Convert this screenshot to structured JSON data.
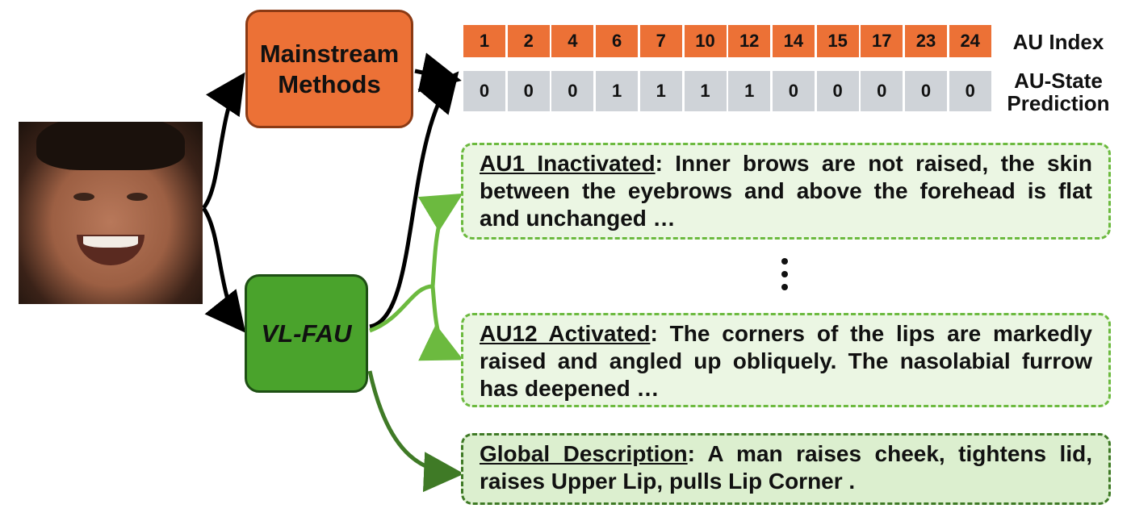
{
  "input_face": {
    "icon": "face-photo-icon"
  },
  "nodes": {
    "mainstream": {
      "line1": "Mainstream",
      "line2": "Methods",
      "color": "#ec7136"
    },
    "vlfau": {
      "label": "VL-FAU",
      "color": "#4aa32c"
    }
  },
  "au_table": {
    "index_label": "AU Index",
    "state_label_line1": "AU-State",
    "state_label_line2": "Prediction",
    "indices": [
      "1",
      "2",
      "4",
      "6",
      "7",
      "10",
      "12",
      "14",
      "15",
      "17",
      "23",
      "24"
    ],
    "states": [
      "0",
      "0",
      "0",
      "1",
      "1",
      "1",
      "1",
      "0",
      "0",
      "0",
      "0",
      "0"
    ],
    "index_color": "#ec7136",
    "state_color": "#cfd3d8"
  },
  "descriptions": {
    "au1": {
      "title": "AU1 Inactivated",
      "text": ": Inner brows are not raised, the skin between the eyebrows and above the forehead is flat and unchanged …"
    },
    "au12": {
      "title": "AU12 Activated",
      "text": ": The corners of the lips are markedly raised and angled up obliquely. The nasolabial furrow has deepened …"
    },
    "global": {
      "title": "Global Description",
      "text": ": A man raises cheek, tightens lid, raises Upper Lip, pulls Lip Corner ."
    }
  },
  "colors": {
    "arrow_black": "#000000",
    "arrow_light_green": "#6cba3f",
    "arrow_dark_green": "#3f7a26"
  }
}
